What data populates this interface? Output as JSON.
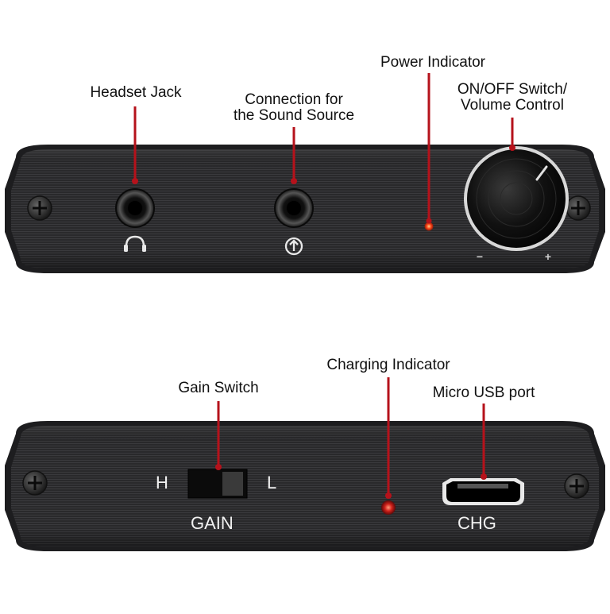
{
  "top_panel": {
    "labels": {
      "headset_jack": "Headset Jack",
      "connection_line1": "Connection for",
      "connection_line2": "the Sound Source",
      "power_indicator": "Power Indicator",
      "switch_line1": "ON/OFF Switch/",
      "switch_line2": "Volume Control"
    },
    "volume_minus": "−",
    "volume_plus": "+"
  },
  "bottom_panel": {
    "labels": {
      "gain_switch": "Gain Switch",
      "charging_indicator": "Charging Indicator",
      "micro_usb_port": "Micro USB port"
    },
    "gain_high": "H",
    "gain_low": "L",
    "gain_label": "GAIN",
    "usb_label": "CHG"
  },
  "colors": {
    "panel": "#2a2a2c",
    "leader": "#b5121b",
    "led": "#ff3a1a"
  },
  "icons": [
    "screw-icon",
    "headphones-icon",
    "audio-input-icon",
    "volume-knob"
  ]
}
